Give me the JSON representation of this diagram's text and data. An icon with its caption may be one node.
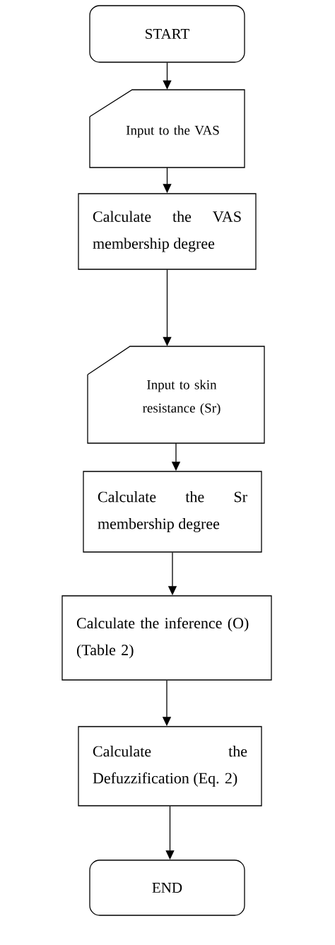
{
  "diagram": {
    "nodes": [
      {
        "text": [
          "START"
        ]
      },
      {
        "text": [
          "Input to the VAS"
        ]
      },
      {
        "text": [
          "Calculate the VAS membership degree"
        ]
      },
      {
        "text": [
          "Input to skin resistance (Sr)"
        ]
      },
      {
        "text": [
          "Calculate the Sr membership degree"
        ]
      },
      {
        "text": [
          "Calculate the inference (O) (Table 2)"
        ]
      },
      {
        "text": [
          "Calculate the Defuzzification (Eq. 2)"
        ]
      },
      {
        "text": [
          "END"
        ]
      }
    ],
    "edges": [
      {
        "from": 0,
        "to": 1,
        "arrow": "to"
      },
      {
        "from": 1,
        "to": 2,
        "arrow": "to"
      },
      {
        "from": 2,
        "to": 3,
        "arrow": "to"
      },
      {
        "from": 3,
        "to": 4,
        "arrow": "to"
      },
      {
        "from": 4,
        "to": 5,
        "arrow": "to"
      },
      {
        "from": 5,
        "to": 6,
        "arrow": "to"
      },
      {
        "from": 6,
        "to": 7,
        "arrow": "to"
      }
    ]
  }
}
